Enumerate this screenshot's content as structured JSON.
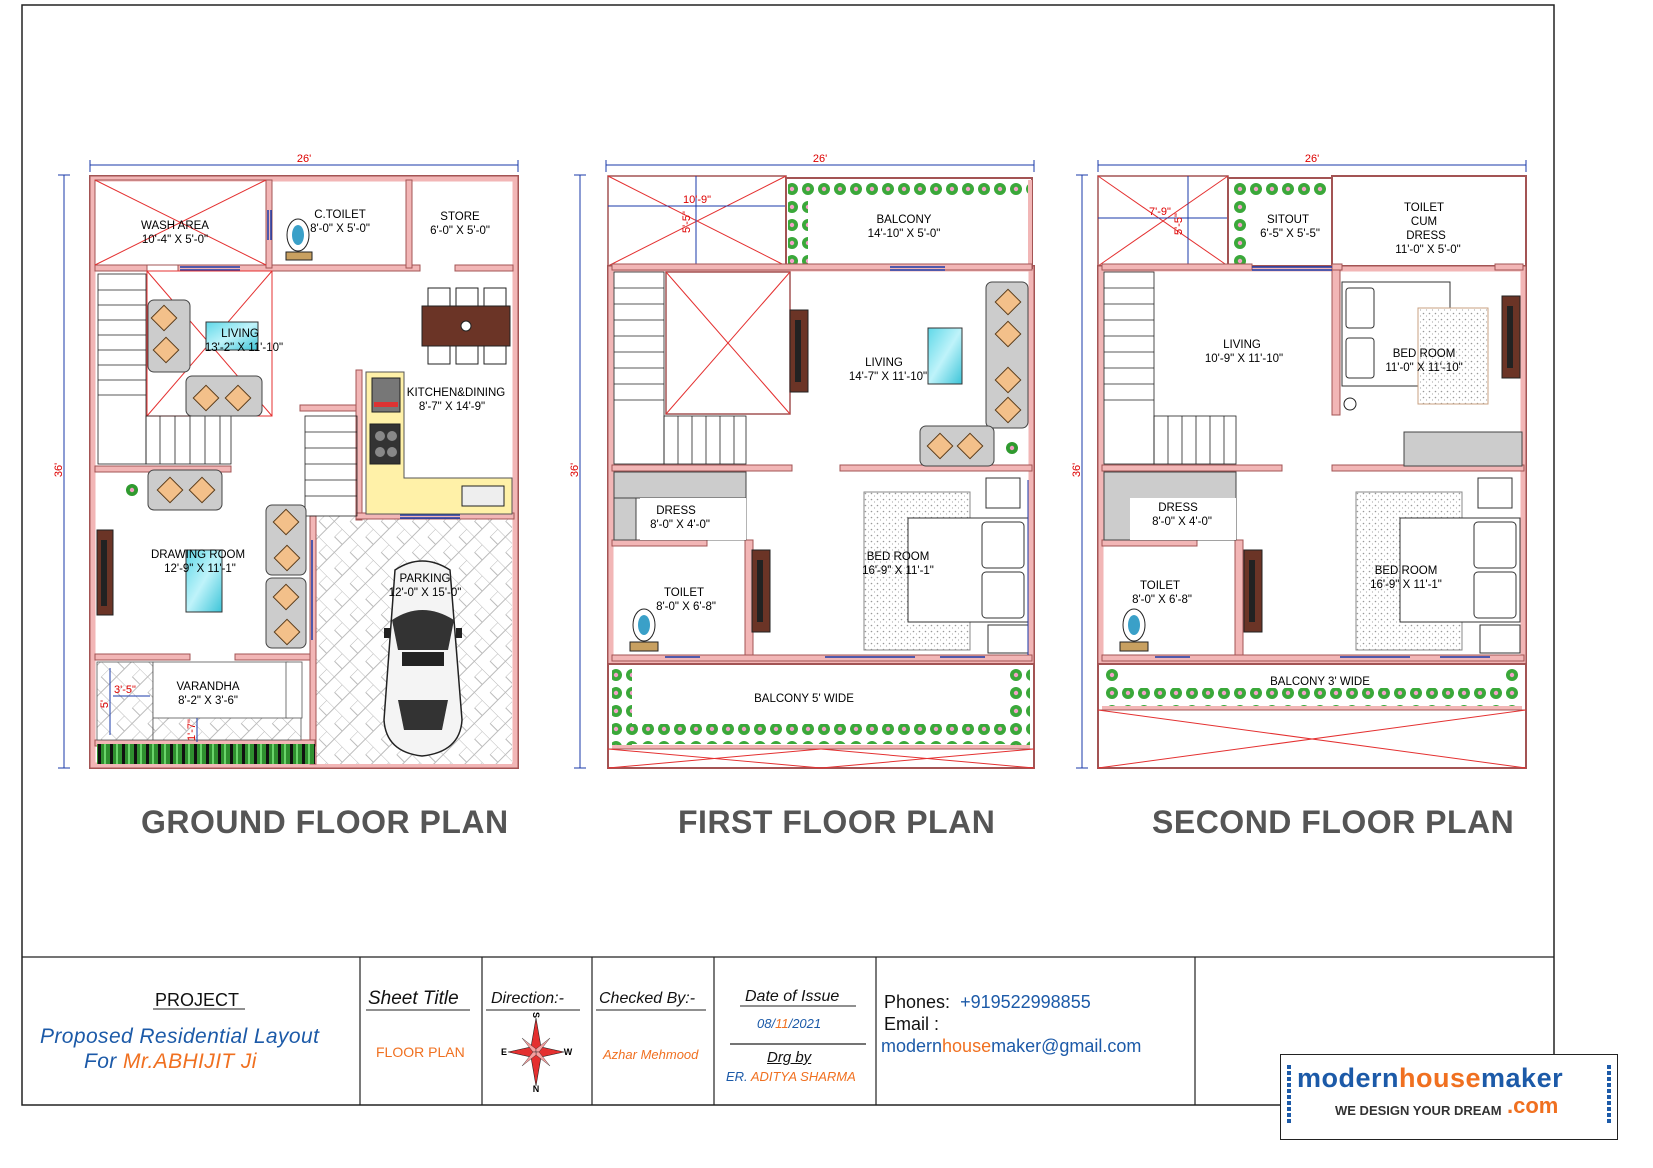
{
  "sheet": {
    "plan_titles": [
      "GROUND FLOOR PLAN",
      "FIRST FLOOR PLAN",
      "SECOND FLOOR PLAN"
    ],
    "overall_width": "26'",
    "overall_depth": "36'"
  },
  "ground_floor": {
    "rooms": {
      "wash_area": {
        "name": "WASH AREA",
        "size": "10'-4\" X 5'-0\""
      },
      "c_toilet": {
        "name": "C.TOILET",
        "size": "8'-0\" X 5'-0\""
      },
      "store": {
        "name": "STORE",
        "size": "6'-0\" X 5'-0\""
      },
      "living": {
        "name": "LIVING",
        "size": "13'-2\" X 11'-10\""
      },
      "kitchen": {
        "name": "KITCHEN&DINING",
        "size": "8'-7\" X 14'-9\""
      },
      "drawing": {
        "name": "DRAWING ROOM",
        "size": "12'-9\" X 11'-1\""
      },
      "parking": {
        "name": "PARKING",
        "size": "12'-0\" X 15'-0\""
      },
      "varandha": {
        "name": "VARANDHA",
        "size": "8'-2\" X 3'-6\""
      }
    },
    "small_dims": [
      "3'-5\"",
      "5'",
      "1'-7\""
    ]
  },
  "first_floor": {
    "rooms": {
      "balcony_top": {
        "name": "BALCONY",
        "size": "14'-10\" X 5'-0\""
      },
      "living": {
        "name": "LIVING",
        "size": "14'-7\" X 11'-10\""
      },
      "dress": {
        "name": "DRESS",
        "size": "8'-0\" X 4'-0\""
      },
      "toilet": {
        "name": "TOILET",
        "size": "8'-0\" X 6'-8\""
      },
      "bedroom": {
        "name": "BED ROOM",
        "size": "16'-9\" X 11'-1\""
      },
      "balcony_front": {
        "name": "BALCONY 5' WIDE"
      }
    },
    "small_dims": [
      "10'-9\"",
      "5'-5\""
    ]
  },
  "second_floor": {
    "rooms": {
      "sitout": {
        "name": "SITOUT",
        "size": "6'-5\" X 5'-5\""
      },
      "toilet_cum_dress": {
        "line1": "TOILET",
        "line2": "CUM",
        "line3": "DRESS",
        "size": "11'-0\" X 5'-0\""
      },
      "living": {
        "name": "LIVING",
        "size": "10'-9\" X 11'-10\""
      },
      "bedroom_top": {
        "name": "BED ROOM",
        "size": "11'-0\" X 11'-10\""
      },
      "dress": {
        "name": "DRESS",
        "size": "8'-0\" X 4'-0\""
      },
      "toilet": {
        "name": "TOILET",
        "size": "8'-0\" X 6'-8\""
      },
      "bedroom": {
        "name": "BED ROOM",
        "size": "16'-9\" X 11'-1\""
      },
      "balcony_front": {
        "name": "BALCONY 3' WIDE"
      }
    },
    "small_dims": [
      "7'-9\"",
      "5'-5\""
    ]
  },
  "title_block": {
    "project_label": "PROJECT",
    "project_line1": "Proposed Residential Layout",
    "project_line2_prefix": "For ",
    "project_client": "Mr.ABHIJIT Ji",
    "sheet_title_label": "Sheet Title",
    "sheet_title_value": "FLOOR PLAN",
    "direction_label": "Direction:-",
    "compass": {
      "n": "N",
      "s": "S",
      "e": "E",
      "w": "W"
    },
    "checked_by_label": "Checked By:-",
    "checked_by_value": "Azhar Mehmood",
    "date_label": "Date of Issue",
    "date_day": "08/",
    "date_month": "11",
    "date_year": "/2021",
    "drg_label": "Drg by",
    "drg_prefix": "ER. ",
    "drg_name": "ADITYA SHARMA",
    "phones_label": "Phones:",
    "phones_value": "+919522998855",
    "email_label": "Email :",
    "email_part1": "modern",
    "email_part2": "house",
    "email_part3": "maker@gmail.com",
    "logo_part1": "modern",
    "logo_part2": "house",
    "logo_part3": "maker",
    "logo_tagline": "WE DESIGN YOUR DREAM",
    "logo_dotcom": ".com"
  },
  "colors": {
    "wall": "#f2b6b6",
    "wall_line": "#a35454",
    "dimension": "#1a3aa8",
    "dim_text": "#dd0000",
    "accent_orange": "#f07020",
    "accent_blue": "#1c5aa8",
    "kitchen": "#fff1a8",
    "tv_wood": "#6b3426"
  }
}
